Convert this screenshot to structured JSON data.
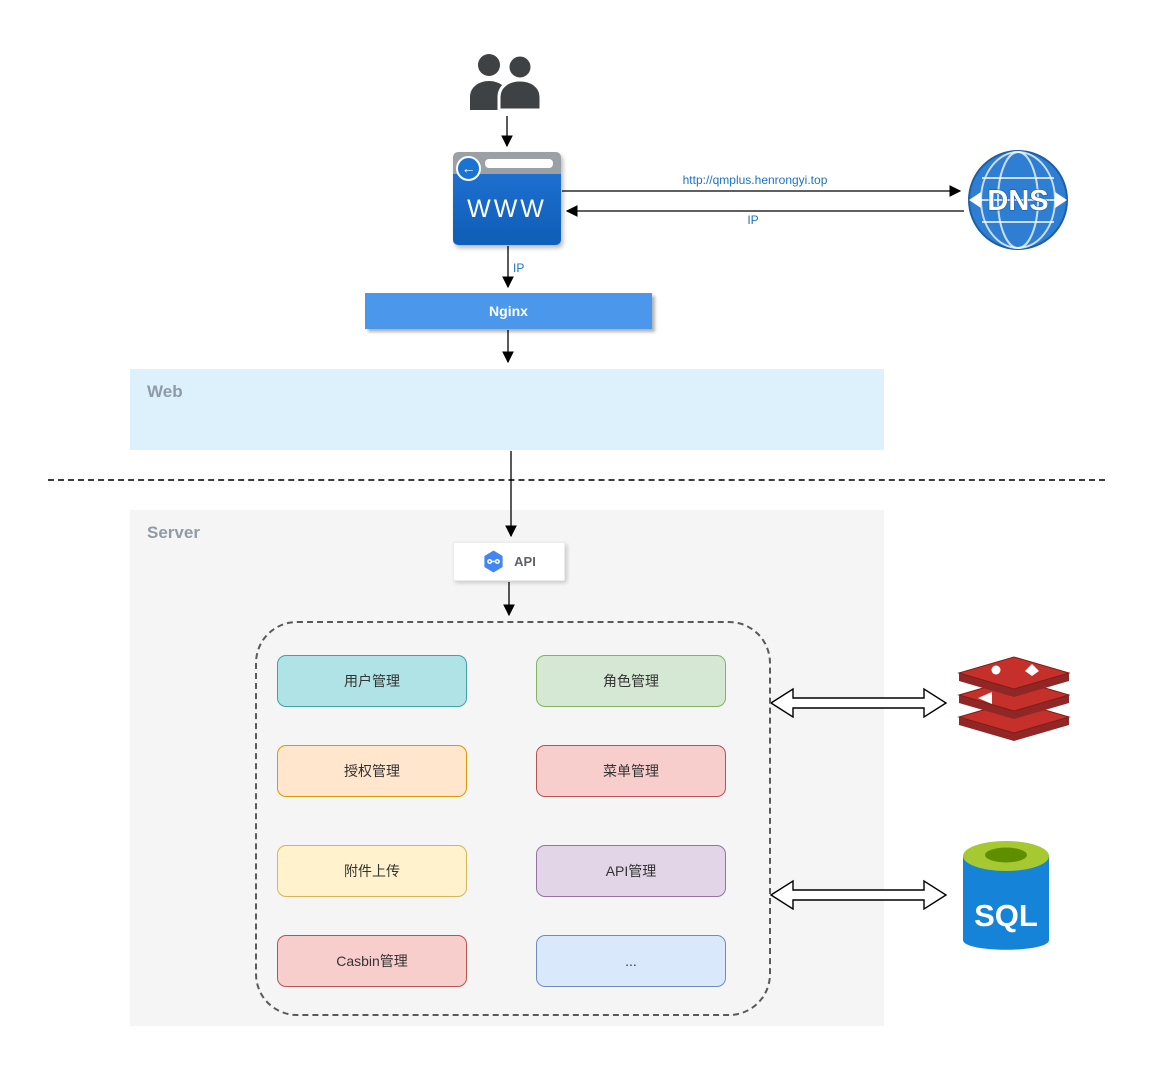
{
  "colors": {
    "nginx-bg": "#4b97eb",
    "web-bg": "#ddf1fc",
    "server-bg": "#f5f5f5",
    "section-label": "#8f9ba6",
    "edge-label-blue": "#1a73c9",
    "browser-blue": "#1060ba",
    "browser-header": "#9aa0a6",
    "dns-blue": "#2e7ed4",
    "api-blue": "#4285f4",
    "redis-red": "#c6302b",
    "redis-red-dark": "#912626",
    "sql-blue": "#1583d7",
    "sql-green": "#a6c931",
    "sql-green-dark": "#5f8f00",
    "users-gray": "#3f4245",
    "module-text": "#333333"
  },
  "nodes": {
    "browser": {
      "label": "WWW"
    },
    "dns": {
      "label": "DNS"
    },
    "nginx": {
      "label": "Nginx"
    },
    "api": {
      "label": "API"
    },
    "sql": {
      "label": "SQL"
    }
  },
  "sections": {
    "web": {
      "label": "Web"
    },
    "server": {
      "label": "Server"
    }
  },
  "edges": {
    "browser_to_dns_label": "http://qmplus.henrongyi.top",
    "dns_to_browser_label": "IP",
    "browser_to_nginx_label": "IP"
  },
  "modules": [
    {
      "label": "用户管理",
      "fill": "#b0e3e6",
      "stroke": "#3fa3a0"
    },
    {
      "label": "角色管理",
      "fill": "#d5e8d4",
      "stroke": "#82b366"
    },
    {
      "label": "授权管理",
      "fill": "#ffe6cc",
      "stroke": "#d79b00"
    },
    {
      "label": "菜单管理",
      "fill": "#f8cecc",
      "stroke": "#b85450"
    },
    {
      "label": "附件上传",
      "fill": "#fff2cc",
      "stroke": "#d6b656"
    },
    {
      "label": "API管理",
      "fill": "#e1d5e7",
      "stroke": "#9673a6"
    },
    {
      "label": "Casbin管理",
      "fill": "#f8cecc",
      "stroke": "#b85450"
    },
    {
      "label": "...",
      "fill": "#dae8fc",
      "stroke": "#6c8ebf"
    }
  ],
  "icons": {
    "users": "users-icon",
    "browser_back": "back-arrow-icon",
    "dns_globe": "dns-globe-icon",
    "api_hexagon": "api-hexagon-icon",
    "redis": "redis-database-icon",
    "sql_database": "sql-database-icon"
  }
}
